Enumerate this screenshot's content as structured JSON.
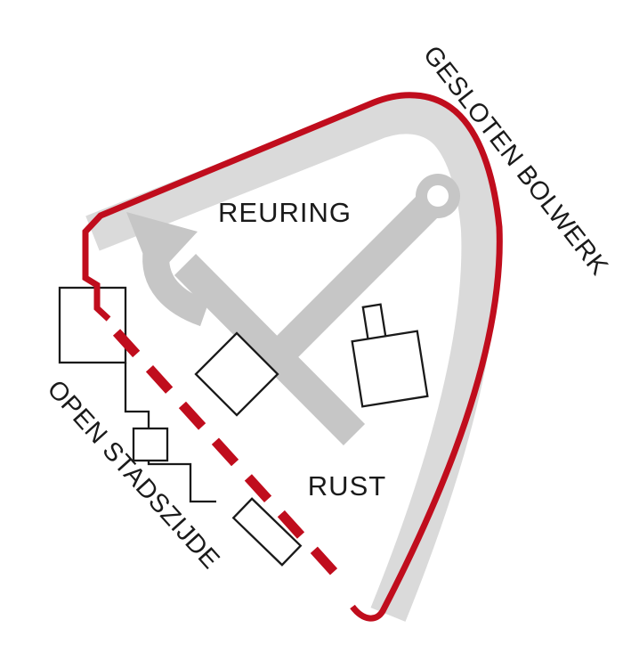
{
  "diagram": {
    "labels": {
      "reuring": "REURING",
      "rust": "RUST",
      "gesloten_bolwerk": "GESLOTEN BOLWERK",
      "open_stadszijde": "OPEN STADSZIJDE"
    },
    "colors": {
      "accent_red": "#c00d1d",
      "band_gray": "#dadada",
      "street_gray": "#c6c6c6",
      "outline_black": "#1a1a1a",
      "background": "#ffffff"
    }
  }
}
